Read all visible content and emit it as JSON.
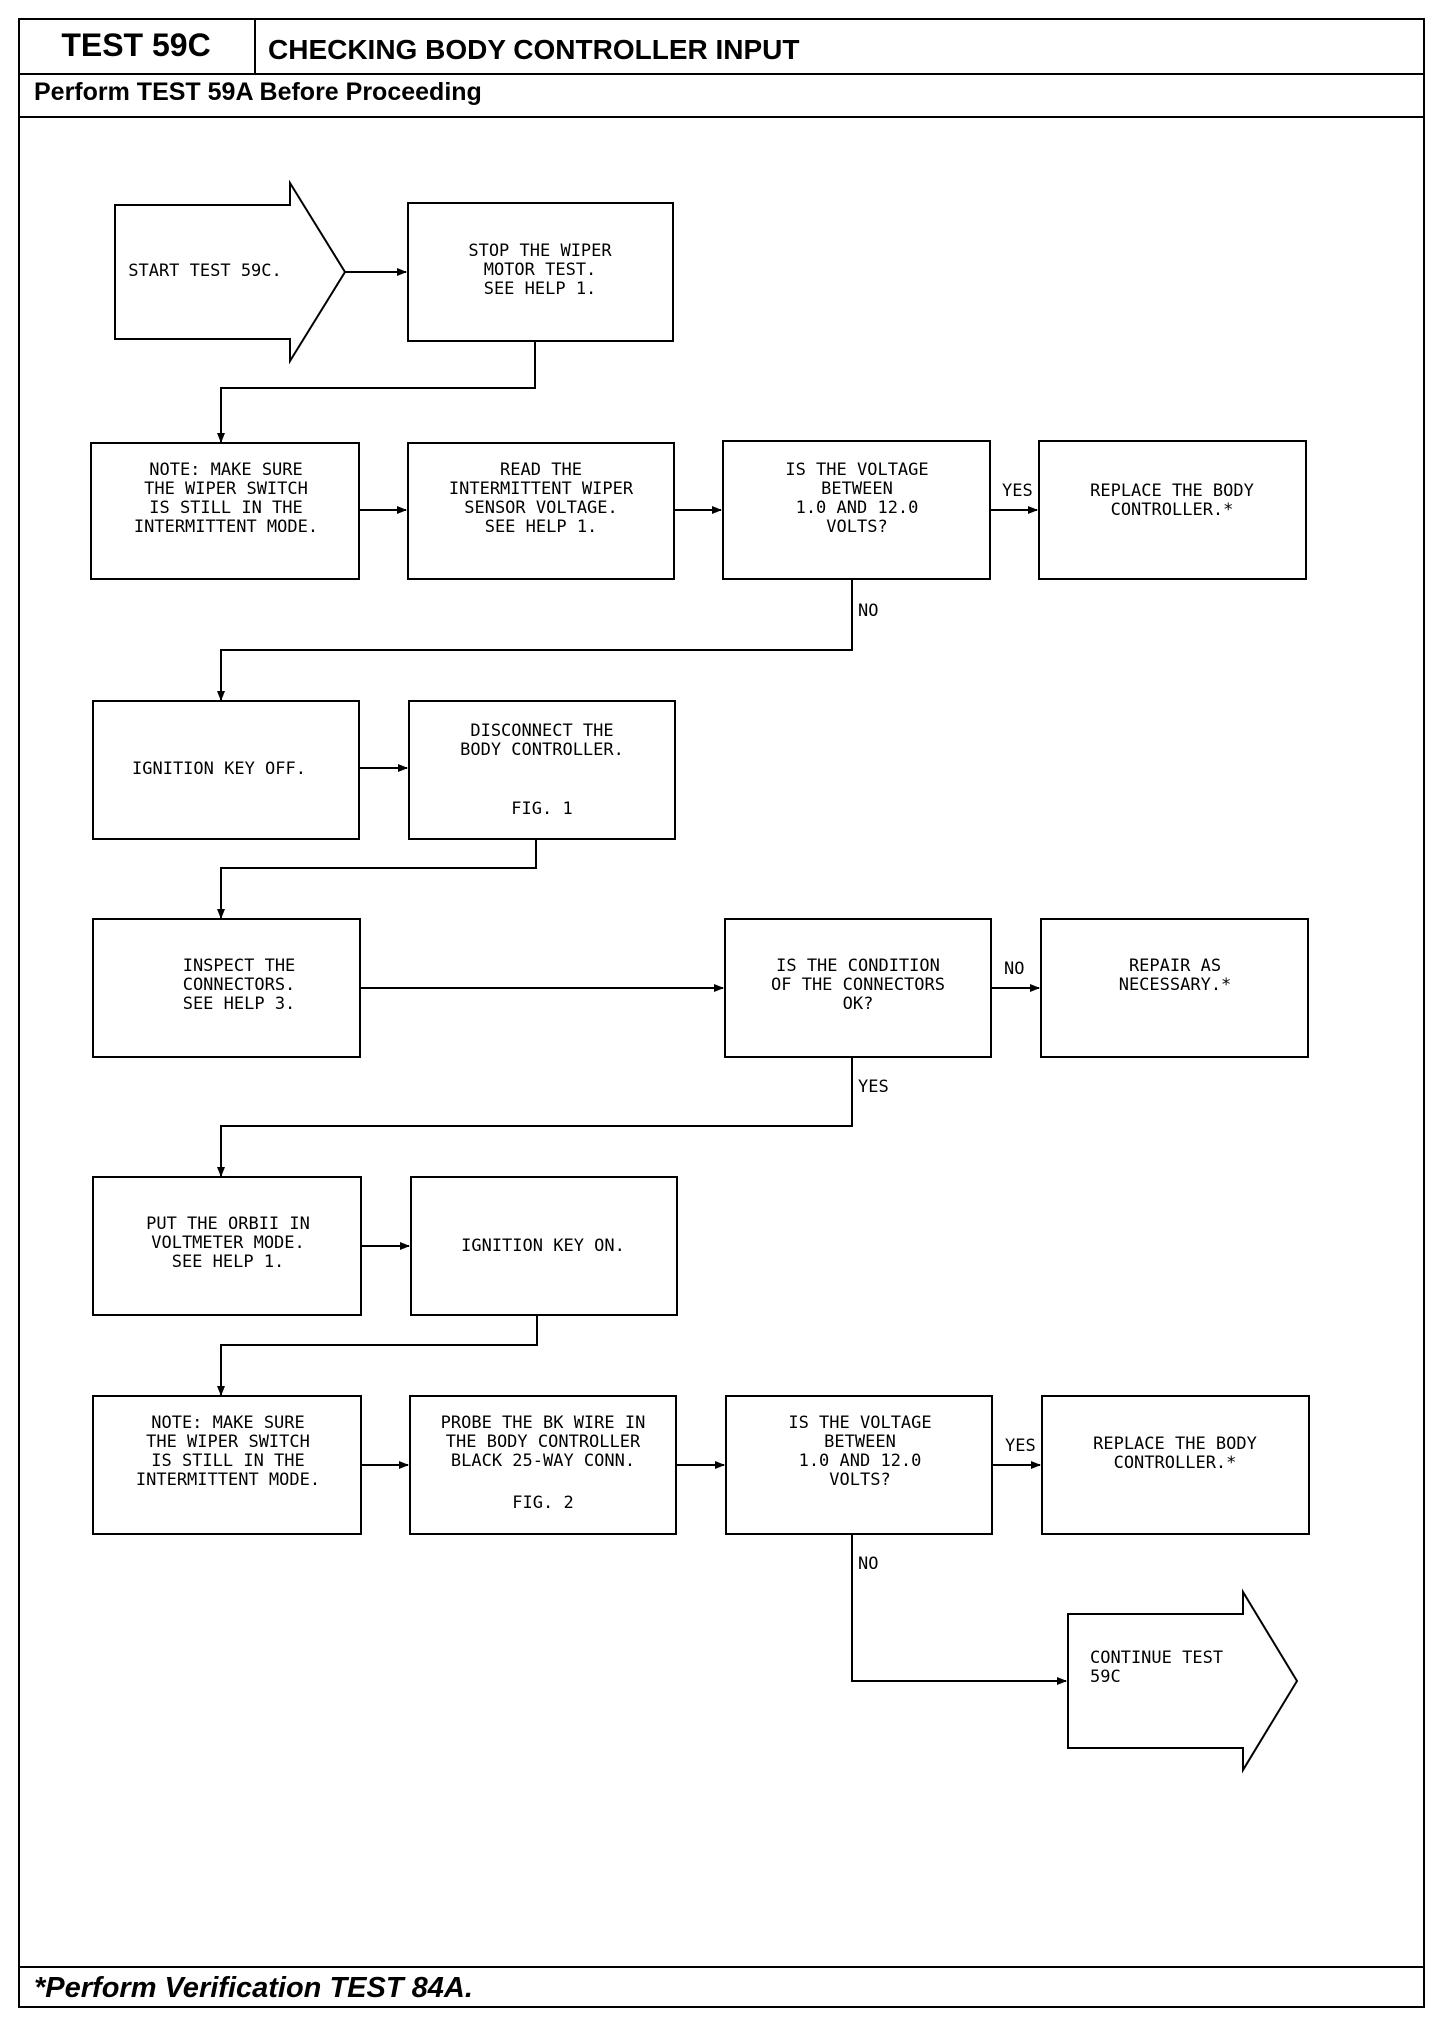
{
  "header": {
    "test_number": "TEST 59C",
    "title": "CHECKING BODY CONTROLLER INPUT",
    "prerequisite": "Perform TEST 59A Before Proceeding"
  },
  "footer": {
    "note": "*Perform Verification TEST 84A."
  },
  "flow": {
    "start": [
      "START TEST 59C."
    ],
    "stop_wiper": [
      "STOP THE WIPER",
      "MOTOR TEST.",
      "SEE HELP 1."
    ],
    "note_switch_1": [
      "NOTE:  MAKE SURE",
      "THE WIPER SWITCH",
      "IS STILL IN THE",
      "INTERMITTENT MODE."
    ],
    "read_sensor": [
      "READ THE",
      "INTERMITTENT WIPER",
      "SENSOR VOLTAGE.",
      "SEE HELP 1."
    ],
    "decision_voltage_1": [
      "IS THE VOLTAGE",
      "BETWEEN",
      "1.0 AND 12.0",
      "VOLTS?"
    ],
    "replace_controller_1": [
      "REPLACE THE BODY",
      "CONTROLLER.*"
    ],
    "ignition_off": [
      "IGNITION KEY OFF."
    ],
    "disconnect": [
      "DISCONNECT THE",
      "BODY CONTROLLER."
    ],
    "fig1": "FIG. 1",
    "inspect": [
      "INSPECT THE",
      "CONNECTORS.",
      "SEE HELP 3."
    ],
    "decision_connectors": [
      "IS THE CONDITION",
      "OF THE CONNECTORS",
      "OK?"
    ],
    "repair": [
      "REPAIR AS",
      "NECESSARY.*"
    ],
    "orbii": [
      "PUT THE ORBII IN",
      "VOLTMETER MODE.",
      "SEE HELP 1."
    ],
    "ignition_on": [
      "IGNITION KEY ON."
    ],
    "note_switch_2": [
      "NOTE:  MAKE SURE",
      "THE WIPER SWITCH",
      "IS STILL IN THE",
      "INTERMITTENT MODE."
    ],
    "probe": [
      "PROBE THE BK WIRE IN",
      "THE BODY CONTROLLER",
      "BLACK 25-WAY CONN."
    ],
    "fig2": "FIG. 2",
    "decision_voltage_2": [
      "IS THE VOLTAGE",
      "BETWEEN",
      "1.0 AND 12.0",
      "VOLTS?"
    ],
    "replace_controller_2": [
      "REPLACE THE BODY",
      "CONTROLLER.*"
    ],
    "continue": [
      "CONTINUE TEST",
      "59C"
    ],
    "label_yes_1": "YES",
    "label_no_1": "NO",
    "label_no_2": "NO",
    "label_yes_2": "YES",
    "label_yes_3": "YES",
    "label_no_3": "NO"
  }
}
